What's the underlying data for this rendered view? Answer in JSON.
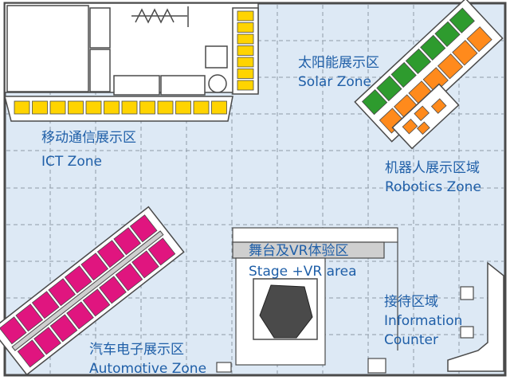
{
  "colors": {
    "background": "#dde9f5",
    "grid": "#8f9aa6",
    "border": "#4a4a4a",
    "ict": "#ffd400",
    "solar": "#2e9b2e",
    "robotics": "#ff8a1c",
    "automotive": "#e0157f",
    "label_text": "#1f5fa8",
    "stage_seat": "#4a4a4a"
  },
  "zones": {
    "ict": {
      "name_cn": "移动通信展示区",
      "name_en": "ICT Zone"
    },
    "solar": {
      "name_cn": "太阳能展示区",
      "name_en": "Solar Zone"
    },
    "robotics": {
      "name_cn": "机器人展示区域",
      "name_en": "Robotics Zone"
    },
    "stage": {
      "name_cn": "舞台及VR体验区",
      "name_en": "Stage +VR area"
    },
    "info": {
      "name_cn": "接待区域",
      "name_en_1": "Information",
      "name_en_2": "Counter"
    },
    "automotive": {
      "name_cn": "汽车电子展示区",
      "name_en": "Automotive Zone"
    }
  },
  "icons": [
    "solar-panel-icon",
    "robot-station-icon",
    "car-display-icon",
    "stage-seat-icon"
  ]
}
